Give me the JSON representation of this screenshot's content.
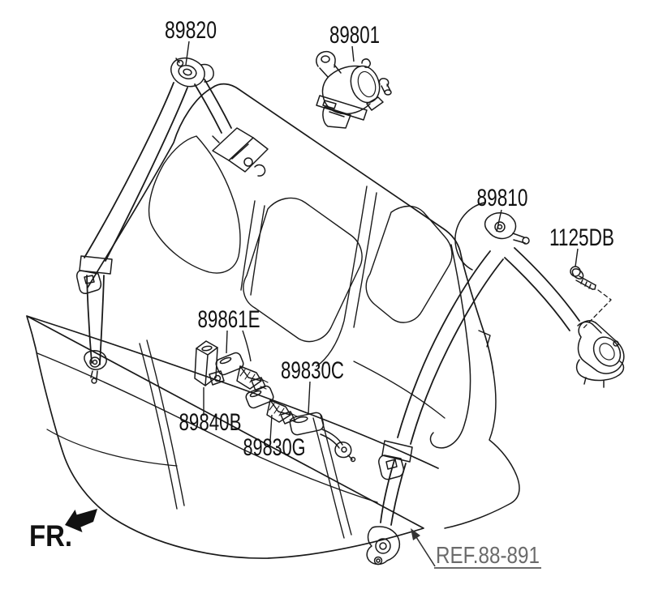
{
  "colors": {
    "background": "#ffffff",
    "line": "#1a1a1a",
    "label": "#111111",
    "reference": "#6b6b6b"
  },
  "part_labels": {
    "seat_belt_left": "89820",
    "retractor_assembly": "89801",
    "seat_belt_right": "89810",
    "anchor_bolt": "1125DB",
    "center_buckle_upper": "89861E",
    "side_buckle_right": "89830C",
    "buckle_left": "89840B",
    "center_buckle_lower": "89830G"
  },
  "annotations": {
    "front_marker": "FR.",
    "reference_link": "REF.88-891"
  }
}
